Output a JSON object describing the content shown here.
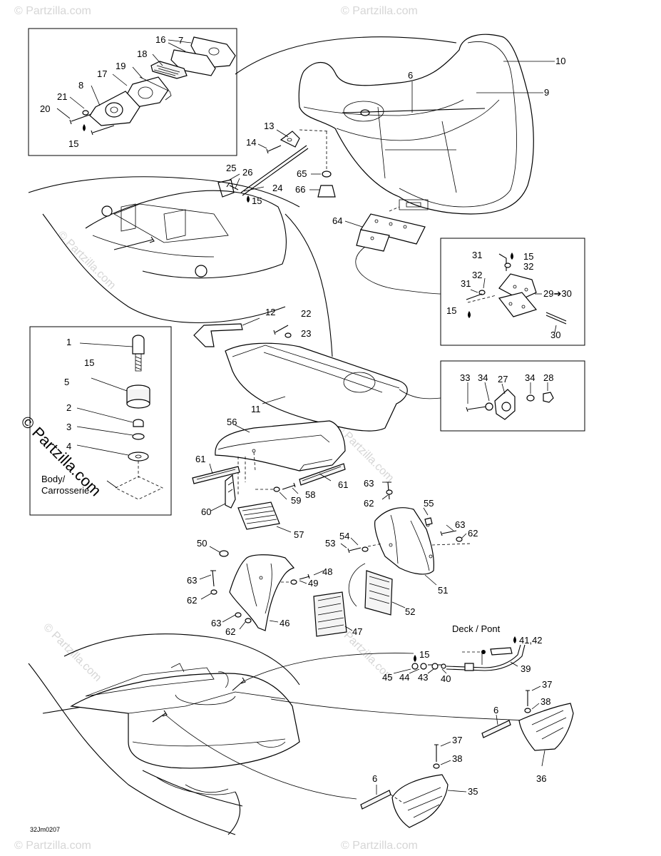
{
  "diagram": {
    "watermark": "© Partzilla.com",
    "brand": "© Partzilla.com",
    "drawing_code": "32Jm0207",
    "notes": {
      "body": "Body/",
      "carrosserie": "Carrosserie",
      "deck": "Deck / Pont"
    },
    "callouts": [
      "1",
      "2",
      "3",
      "4",
      "5",
      "6",
      "6",
      "6",
      "7",
      "8",
      "9",
      "10",
      "11",
      "12",
      "13",
      "14",
      "15",
      "15",
      "15",
      "15",
      "15",
      "15",
      "15",
      "16",
      "17",
      "18",
      "19",
      "20",
      "21",
      "22",
      "23",
      "24",
      "25",
      "26",
      "27",
      "28",
      "29➔30",
      "30",
      "31",
      "31",
      "32",
      "32",
      "33",
      "34",
      "34",
      "35",
      "36",
      "37",
      "37",
      "38",
      "38",
      "39",
      "40",
      "41,42",
      "43",
      "44",
      "45",
      "46",
      "47",
      "48",
      "49",
      "50",
      "51",
      "52",
      "53",
      "54",
      "55",
      "56",
      "57",
      "58",
      "59",
      "60",
      "61",
      "61",
      "62",
      "62",
      "62",
      "62",
      "63",
      "63",
      "63",
      "63",
      "64",
      "65",
      "66"
    ]
  }
}
